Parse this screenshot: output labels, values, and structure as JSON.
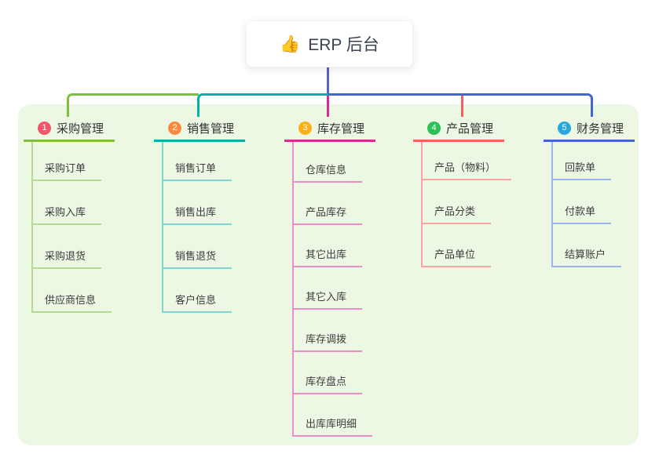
{
  "root": {
    "icon": "👍",
    "title": "ERP 后台"
  },
  "branches": [
    {
      "num": "1",
      "label": "采购管理",
      "badge_color": "#f1566c",
      "line_color": "#7dbf3f",
      "light_color": "#b5da8e",
      "items": [
        "采购订单",
        "采购入库",
        "采购退货",
        "供应商信息"
      ]
    },
    {
      "num": "2",
      "label": "销售管理",
      "badge_color": "#fb8a3e",
      "line_color": "#00b2a9",
      "light_color": "#82d6d0",
      "items": [
        "销售订单",
        "销售出库",
        "销售退货",
        "客户信息"
      ]
    },
    {
      "num": "3",
      "label": "库存管理",
      "badge_color": "#fbb018",
      "line_color": "#d62b92",
      "light_color": "#ea8ec6",
      "items": [
        "仓库信息",
        "产品库存",
        "其它出库",
        "其它入库",
        "库存调拨",
        "库存盘点",
        "出库库明细"
      ]
    },
    {
      "num": "4",
      "label": "产品管理",
      "badge_color": "#2bc158",
      "line_color": "#f85f58",
      "light_color": "#fba4a0",
      "items": [
        "产品（物料）",
        "产品分类",
        "产品单位"
      ]
    },
    {
      "num": "5",
      "label": "财务管理",
      "badge_color": "#2aa7e0",
      "line_color": "#4466cb",
      "light_color": "#9db5e8",
      "items": [
        "回款单",
        "付款单",
        "结算账户"
      ]
    }
  ],
  "colors": {
    "panel_bg": "#ecf7e4",
    "root_stub": "#5865c3",
    "root_text": "#3b4350",
    "heading_text": "#333333",
    "item_text": "#3d3d3d"
  }
}
